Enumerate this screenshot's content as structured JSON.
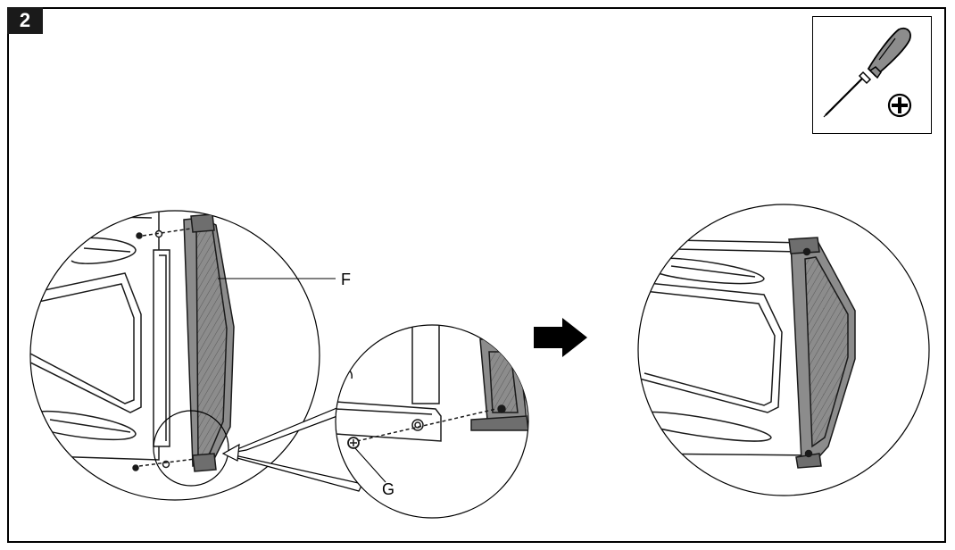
{
  "step": {
    "number": "2"
  },
  "labels": {
    "f": "F",
    "g": "G"
  },
  "tool": {
    "name": "phillips-screwdriver-icon",
    "symbol": "phillips-head-symbol"
  },
  "colors": {
    "outline": "#1a1a1a",
    "part_fill": "#8c8c8c",
    "part_dark": "#6e6e6e",
    "arrow": "#000000"
  }
}
